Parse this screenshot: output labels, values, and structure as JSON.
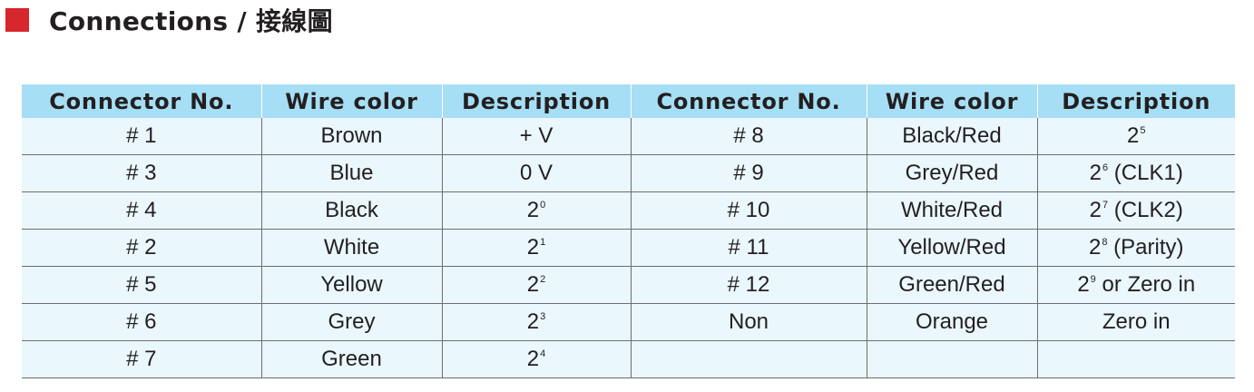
{
  "colors": {
    "accent_square": "#d7262c",
    "header_bg": "#a6dff5",
    "row_bg": "#eaf7fd",
    "text": "#231f20"
  },
  "title": {
    "icon": "red-square-icon",
    "text": "Connections / 接線圖"
  },
  "table": {
    "headers": [
      "Connector No.",
      "Wire color",
      "Description",
      "Connector No.",
      "Wire color",
      "Description"
    ],
    "rows": [
      {
        "left": {
          "connector": "# 1",
          "color": "Brown",
          "desc": {
            "text": "+ V"
          }
        },
        "right": {
          "connector": "# 8",
          "color": "Black/Red",
          "desc": {
            "base": "2",
            "exp": "5",
            "suffix": ""
          }
        }
      },
      {
        "left": {
          "connector": "# 3",
          "color": "Blue",
          "desc": {
            "text": "0 V"
          }
        },
        "right": {
          "connector": "# 9",
          "color": "Grey/Red",
          "desc": {
            "base": "2",
            "exp": "6",
            "suffix": " (CLK1)"
          }
        }
      },
      {
        "left": {
          "connector": "# 4",
          "color": "Black",
          "desc": {
            "base": "2",
            "exp": "0",
            "suffix": ""
          }
        },
        "right": {
          "connector": "# 10",
          "color": "White/Red",
          "desc": {
            "base": "2",
            "exp": "7",
            "suffix": " (CLK2)"
          }
        }
      },
      {
        "left": {
          "connector": "# 2",
          "color": "White",
          "desc": {
            "base": "2",
            "exp": "1",
            "suffix": ""
          }
        },
        "right": {
          "connector": "# 11",
          "color": "Yellow/Red",
          "desc": {
            "base": "2",
            "exp": "8",
            "suffix": " (Parity)"
          }
        }
      },
      {
        "left": {
          "connector": "# 5",
          "color": "Yellow",
          "desc": {
            "base": "2",
            "exp": "2",
            "suffix": ""
          }
        },
        "right": {
          "connector": "# 12",
          "color": "Green/Red",
          "desc": {
            "base": "2",
            "exp": "9",
            "suffix": " or Zero in"
          }
        }
      },
      {
        "left": {
          "connector": "# 6",
          "color": "Grey",
          "desc": {
            "base": "2",
            "exp": "3",
            "suffix": ""
          }
        },
        "right": {
          "connector": "Non",
          "color": "Orange",
          "desc": {
            "text": "Zero in"
          }
        }
      },
      {
        "left": {
          "connector": "# 7",
          "color": "Green",
          "desc": {
            "base": "2",
            "exp": "4",
            "suffix": ""
          }
        },
        "right": {
          "connector": "",
          "color": "",
          "desc": {
            "text": ""
          }
        }
      }
    ]
  }
}
